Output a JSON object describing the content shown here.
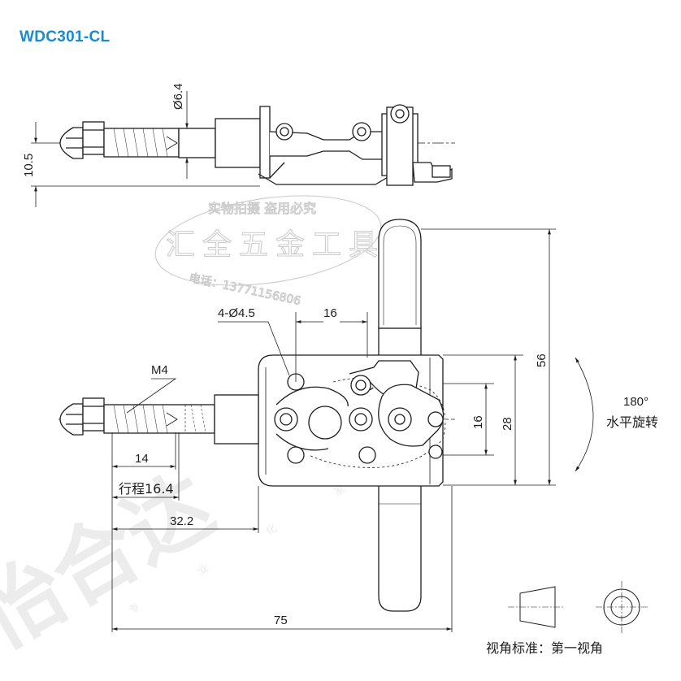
{
  "title": "WDC301-CL",
  "dimensions": {
    "d_thread_dia": "Ø6.4",
    "d_side_height": "10.5",
    "d_holes": "4-Ø4.5",
    "d_hole_spacing": "16",
    "d_thread": "M4",
    "d_14": "14",
    "d_stroke": "行程16.4",
    "d_32": "32.2",
    "d_75": "75",
    "d_56": "56",
    "d_28": "28",
    "d_16v": "16"
  },
  "rotation": {
    "angle": "180°",
    "label": "水平旋转"
  },
  "projection": {
    "label": "视角标准：第一视角"
  },
  "watermark": {
    "line1": "实物拍摄 盗用必究",
    "line2": "汇全五金工具",
    "line3": "电话：13771156806",
    "corner_big": "怡合达",
    "corner_small": "专 业 化 家"
  }
}
